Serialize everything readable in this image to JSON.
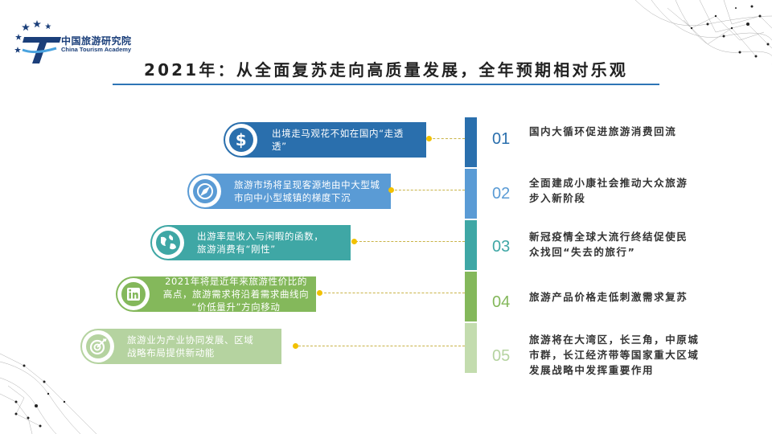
{
  "header": {
    "org_cn": "中国旅游研究院",
    "org_en": "China Tourism Academy",
    "title": "2021年：从全面复苏走向高质量发展，全年预期相对乐观"
  },
  "banners": [
    {
      "text": "出境走马观花不如在国内“走透透”",
      "icon": "dollar-icon"
    },
    {
      "text": "旅游市场将呈现客源地由中大型城市向中小型城镇的梯度下沉",
      "icon": "compass-icon"
    },
    {
      "text": "出游率是收入与闲暇的函数，旅游消费有“刚性”",
      "icon": "globe-icon"
    },
    {
      "text": "2021年将是近年来旅游性价比的高点，旅游需求将沿着需求曲线向“价低量升”方向移动",
      "icon": "linkedin-icon"
    },
    {
      "text": "旅游业为产业协同发展、区域战略布局提供新动能",
      "icon": "target-icon"
    }
  ],
  "banner_lines": [
    [
      "出境走马观花不如在国内“走透",
      "透”"
    ],
    [
      "旅游市场将呈现客源地由中大型城",
      "市向中小型城镇的梯度下沉"
    ],
    [
      "出游率是收入与闲暇的函数，",
      "旅游消费有“刚性”"
    ],
    [
      "2021年将是近年来旅游性价比的",
      "高点，旅游需求将沿着需求曲线向",
      "“价低量升”方向移动"
    ],
    [
      "旅游业为产业协同发展、区域",
      "战略布局提供新动能"
    ]
  ],
  "items": [
    {
      "number": "01",
      "text": "国内大循环促进旅游消费回流"
    },
    {
      "number": "02",
      "text": "全面建成小康社会推动大众旅游步入新阶段"
    },
    {
      "number": "03",
      "text": "新冠疫情全球大流行终结促使民众找回“失去的旅行”"
    },
    {
      "number": "04",
      "text": "旅游产品价格走低刺激需求复苏"
    },
    {
      "number": "05",
      "text": "旅游将在大湾区，长三角，中原城市群，长江经济带等国家重大区域发展战略中发挥重要作用"
    }
  ],
  "item_lines": [
    [
      "国内大循环促进旅游消费回流"
    ],
    [
      "全面建成小康社会推动大众旅游",
      "步入新阶段"
    ],
    [
      "新冠疫情全球大流行终结促使民",
      "众找回“失去的旅行”"
    ],
    [
      "旅游产品价格走低刺激需求复苏"
    ],
    [
      "旅游将在大湾区，长三角，中原城",
      "市群，长江经济带等国家重大区域",
      "发展战略中发挥重要作用"
    ]
  ],
  "colors": {
    "row1": "#2a6fad",
    "row2": "#5a9bd5",
    "row3": "#3fa7a5",
    "row4": "#84b85b",
    "row5": "#b5d3a0",
    "accent_dot": "#f2c100",
    "title_rule": "#2e75b6"
  }
}
